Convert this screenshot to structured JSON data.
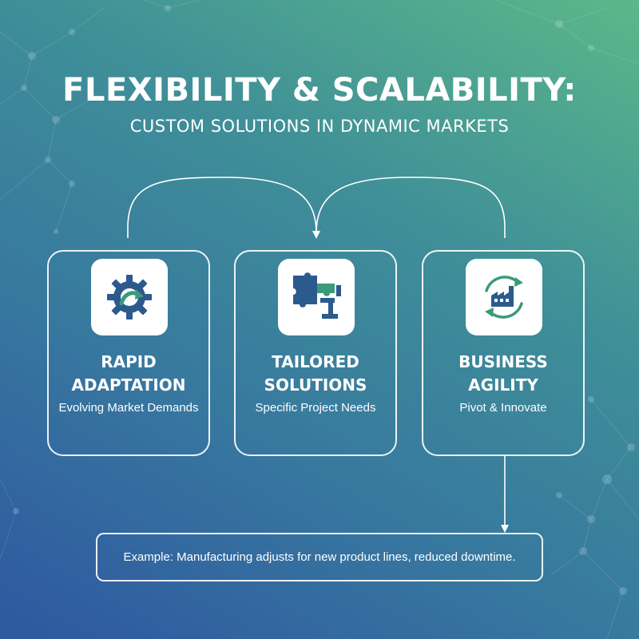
{
  "header": {
    "title": "FLEXIBILITY & SCALABILITY:",
    "subtitle": "CUSTOM SOLUTIONS IN DYNAMIC MARKETS"
  },
  "cards": [
    {
      "title_line1": "RAPID",
      "title_line2": "ADAPTATION",
      "subtitle": "Evolving Market Demands",
      "icon": "gear-cycle-icon"
    },
    {
      "title_line1": "TAILORED",
      "title_line2": "SOLUTIONS",
      "subtitle": "Specific Project Needs",
      "icon": "puzzle-tools-icon"
    },
    {
      "title_line1": "BUSINESS",
      "title_line2": "AGILITY",
      "subtitle": "Pivot & Innovate",
      "icon": "factory-cycle-icon"
    }
  ],
  "example": {
    "text": "Example: Manufacturing adjusts for new product lines, reduced downtime."
  },
  "colors": {
    "icon_primary": "#2c5a8c",
    "icon_accent": "#3a9a7a",
    "line": "#ffffff"
  }
}
